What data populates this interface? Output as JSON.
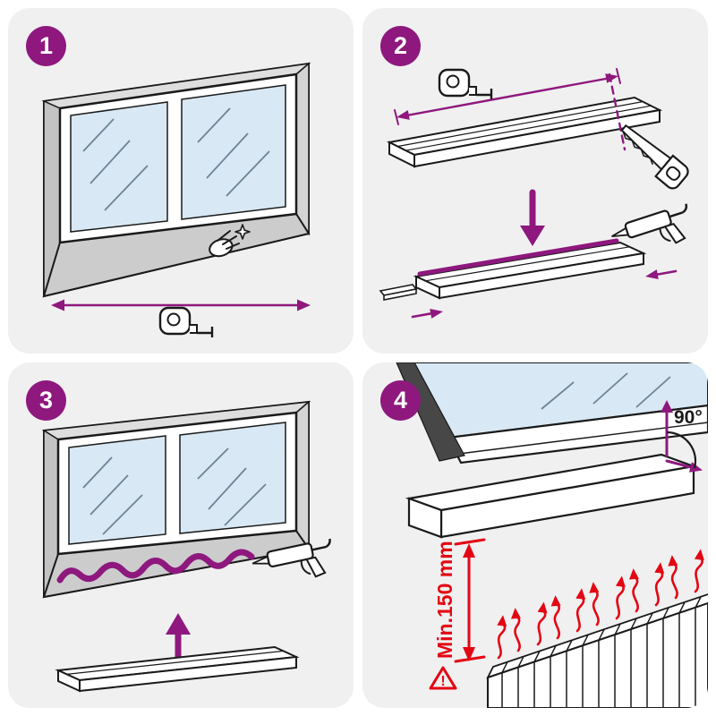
{
  "colors": {
    "accent": "#8e187e",
    "alert": "#e30613",
    "panel-bg": "#f0f0f0",
    "line": "#1a1a1a",
    "glass": "#d8e8f4",
    "wall": "#cccccc"
  },
  "steps": [
    {
      "number": "1"
    },
    {
      "number": "2"
    },
    {
      "number": "3"
    },
    {
      "number": "4"
    }
  ],
  "panel4": {
    "angle_label": "90°",
    "min_distance_label": "Min.150 mm",
    "warning_mark": "!"
  },
  "icons": {
    "tape-measure-icon": "svg: rounded tape-measure body with hooked tape",
    "hand-snap-icon": "svg: hand with snap sparkle",
    "saw-icon": "svg: handsaw with toothed blade",
    "caulking-gun-icon": "svg: silicone caulking gun",
    "warning-triangle-icon": "svg: triangle with exclamation mark",
    "heat-arrow-icon": "svg: wavy rising heat arrow"
  }
}
